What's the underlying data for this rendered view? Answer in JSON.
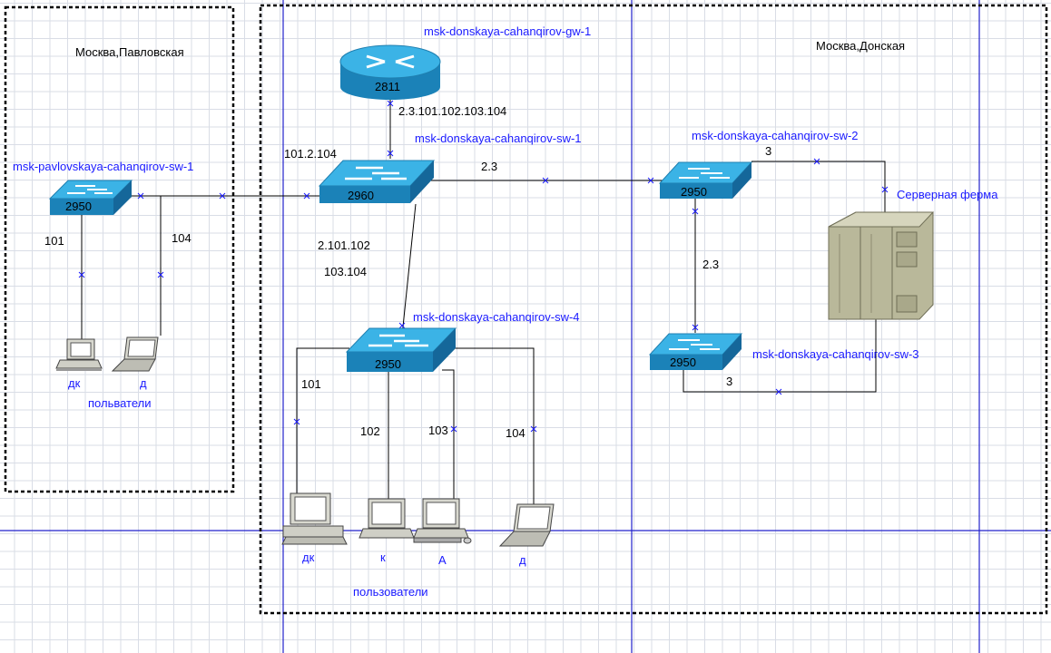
{
  "zones": {
    "pavlovskaya_title": "Москва,Павловская",
    "donskaya_title": "Москва,Донская"
  },
  "devices": {
    "gw1": {
      "name": "msk-donskaya-cahanqirov-gw-1",
      "model": "2811"
    },
    "sw1": {
      "name": "msk-donskaya-cahanqirov-sw-1",
      "model": "2960"
    },
    "sw2": {
      "name": "msk-donskaya-cahanqirov-sw-2",
      "model": "2950"
    },
    "sw3": {
      "name": "msk-donskaya-cahanqirov-sw-3",
      "model": "2950"
    },
    "sw4": {
      "name": "msk-donskaya-cahanqirov-sw-4",
      "model": "2950"
    },
    "psw1": {
      "name": "msk-pavlovskaya-cahanqirov-sw-1",
      "model": "2950"
    },
    "server_farm": {
      "name": "Серверная ферма"
    }
  },
  "link_labels": {
    "gw_sw1": "2.3.101.102.103.104",
    "psw1_sw1": "101.2.104",
    "sw1_sw2": "2.3",
    "sw2_server": "3",
    "sw2_sw3": "2.3",
    "sw3_server": "3",
    "sw1_sw4_line1": "2.101.102",
    "sw1_sw4_line2": "103.104",
    "psw_101": "101",
    "psw_104": "104",
    "sw4_101": "101",
    "sw4_102": "102",
    "sw4_103": "103",
    "sw4_104": "104"
  },
  "hosts": {
    "pav_dk": "дк",
    "pav_d": "д",
    "pav_group": "польватели",
    "don_dk": "дк",
    "don_k": "к",
    "don_a": "А",
    "don_d": "д",
    "don_group": "пользователи"
  },
  "colors": {
    "switch_top": "#2aa7d8",
    "switch_side": "#1b82b8",
    "link": "#000000",
    "label_blue": "#1a1aff",
    "page_line": "#1a1acc",
    "grid": "#d9dde6",
    "server": "#b9b89a"
  }
}
